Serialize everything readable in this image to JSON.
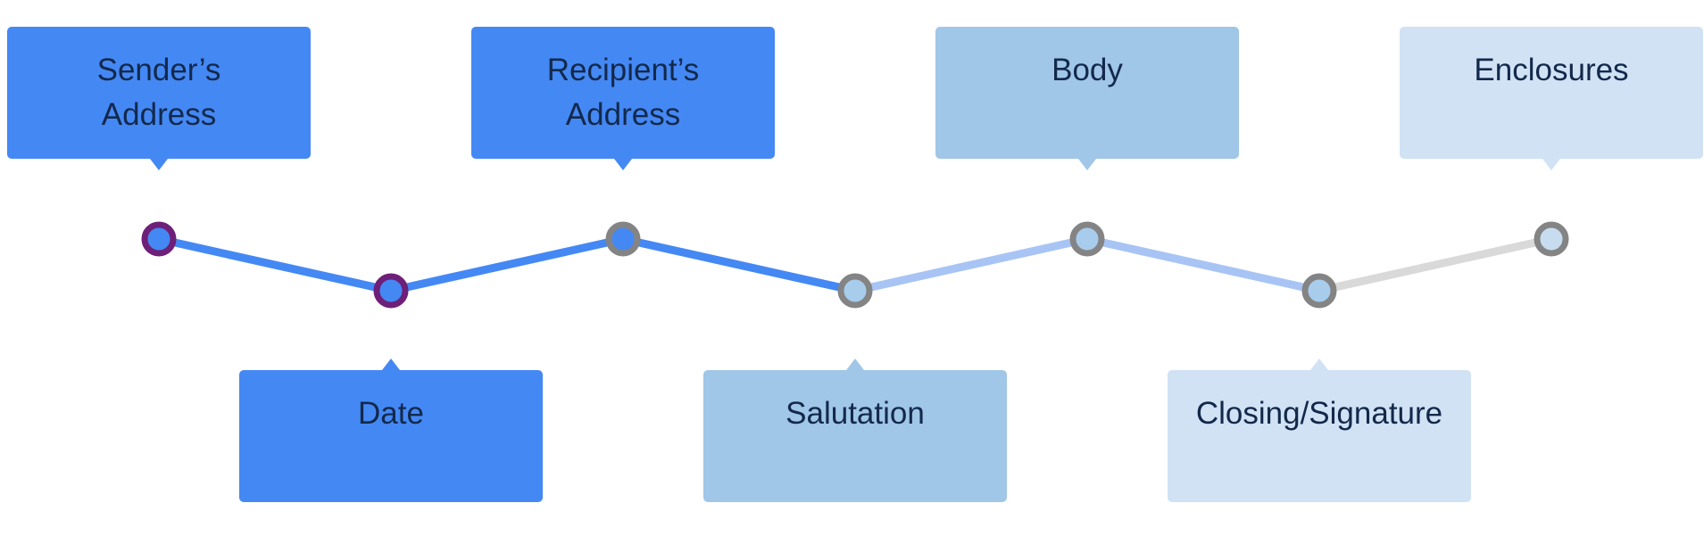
{
  "steps": [
    {
      "label": "Sender’s\nAddress",
      "status": "done"
    },
    {
      "label": "Date",
      "status": "done"
    },
    {
      "label": "Recipient’s\nAddress",
      "status": "done"
    },
    {
      "label": "Salutation",
      "status": "current"
    },
    {
      "label": "Body",
      "status": "current"
    },
    {
      "label": "Closing/Signature",
      "status": "pending"
    },
    {
      "label": "Enclosures",
      "status": "pending"
    }
  ],
  "colors": {
    "done": "#4488f4",
    "current": "#a0c6e8",
    "pending": "#d0e2f4",
    "text": "#13294b",
    "line_done": "#4488f4",
    "line_current": "#a8c4f4",
    "line_pending": "#d9d9d9",
    "node_ring_done": "#6e2079",
    "node_ring_pending": "#848484",
    "node_fill_done": "#4488f4",
    "node_fill_pending": "#a8ccec",
    "node_fill_last": "#c8dcf0"
  }
}
